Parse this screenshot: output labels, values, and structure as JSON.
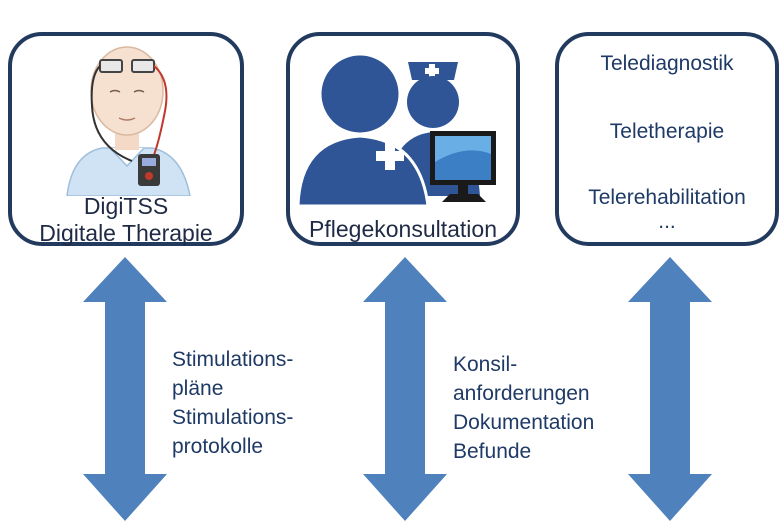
{
  "cards": {
    "digitss": {
      "line1": "DigiTSS",
      "line2": "Digitale Therapie"
    },
    "pflege": {
      "label": "Pflegekonsultation"
    },
    "tele": {
      "items": [
        "Telediagnostik",
        "Teletherapie",
        "Telerehabilitation",
        "..."
      ]
    }
  },
  "flows": {
    "left": [
      "Stimulations-",
      "pläne",
      "Stimulations-",
      "protokolle"
    ],
    "middle": [
      "Konsil-",
      "anforderungen",
      "Dokumentation",
      "Befunde"
    ]
  },
  "colors": {
    "card_border": "#223a5e",
    "arrow": "#4f81bd",
    "text": "#1f3a66",
    "people_icon": "#2f5597"
  },
  "icons": [
    "head-electrodes-illustration",
    "doctor-nurse-icon",
    "computer-monitor-icon"
  ]
}
